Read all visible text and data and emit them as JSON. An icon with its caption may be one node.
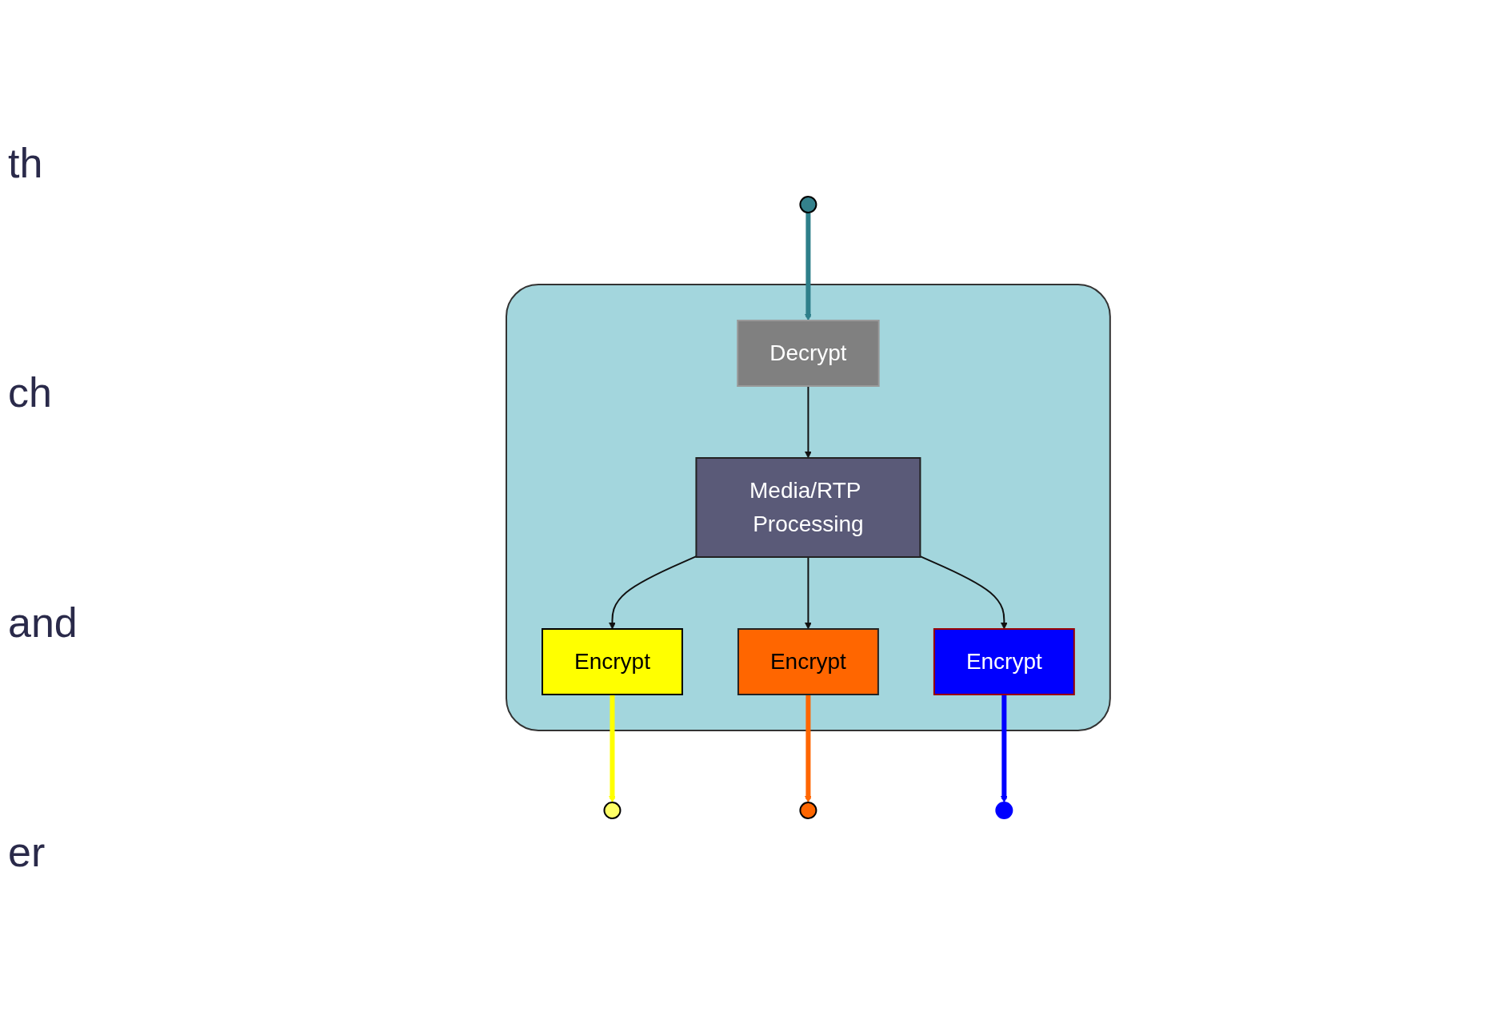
{
  "diagram": {
    "nodes": [
      {
        "text": [],
        "shape": "circle"
      },
      {
        "text": [],
        "shape": "box"
      },
      {
        "text": [
          "Encrypt"
        ],
        "in": 1
      },
      {
        "text": [
          "Decrypt"
        ],
        "in": 1
      },
      {
        "text": [],
        "shape": "circle"
      },
      {
        "text": [
          "Media/RTP Processing"
        ],
        "in": 1
      },
      {
        "text": [],
        "shape": "circle"
      },
      {
        "text": [
          "Encrypt"
        ],
        "in": 1
      },
      {
        "text": [
          "Encrypt"
        ],
        "in": 1
      },
      {
        "text": [],
        "shape": "circle"
      }
    ],
    "edges": [
      {
        "from": 2,
        "to": 0,
        "arrow": "to",
        "style": "thick",
        "color": "#ffff00"
      },
      {
        "from": 4,
        "to": 3,
        "arrow": "to",
        "style": "thick",
        "color": "#2e7f8a"
      },
      {
        "from": 5,
        "to": 2,
        "arrow": "to"
      },
      {
        "from": 3,
        "to": 5,
        "arrow": "to"
      },
      {
        "from": 5,
        "to": 7,
        "arrow": "to"
      },
      {
        "from": 5,
        "to": 8,
        "arrow": "to"
      },
      {
        "from": 7,
        "to": 6,
        "arrow": "to",
        "style": "thick",
        "color": "#ff6600"
      },
      {
        "from": 8,
        "to": 9,
        "arrow": "to",
        "style": "thick",
        "color": "#0000ff"
      }
    ],
    "labels": [
      "th",
      "ch",
      "and",
      "er"
    ]
  }
}
